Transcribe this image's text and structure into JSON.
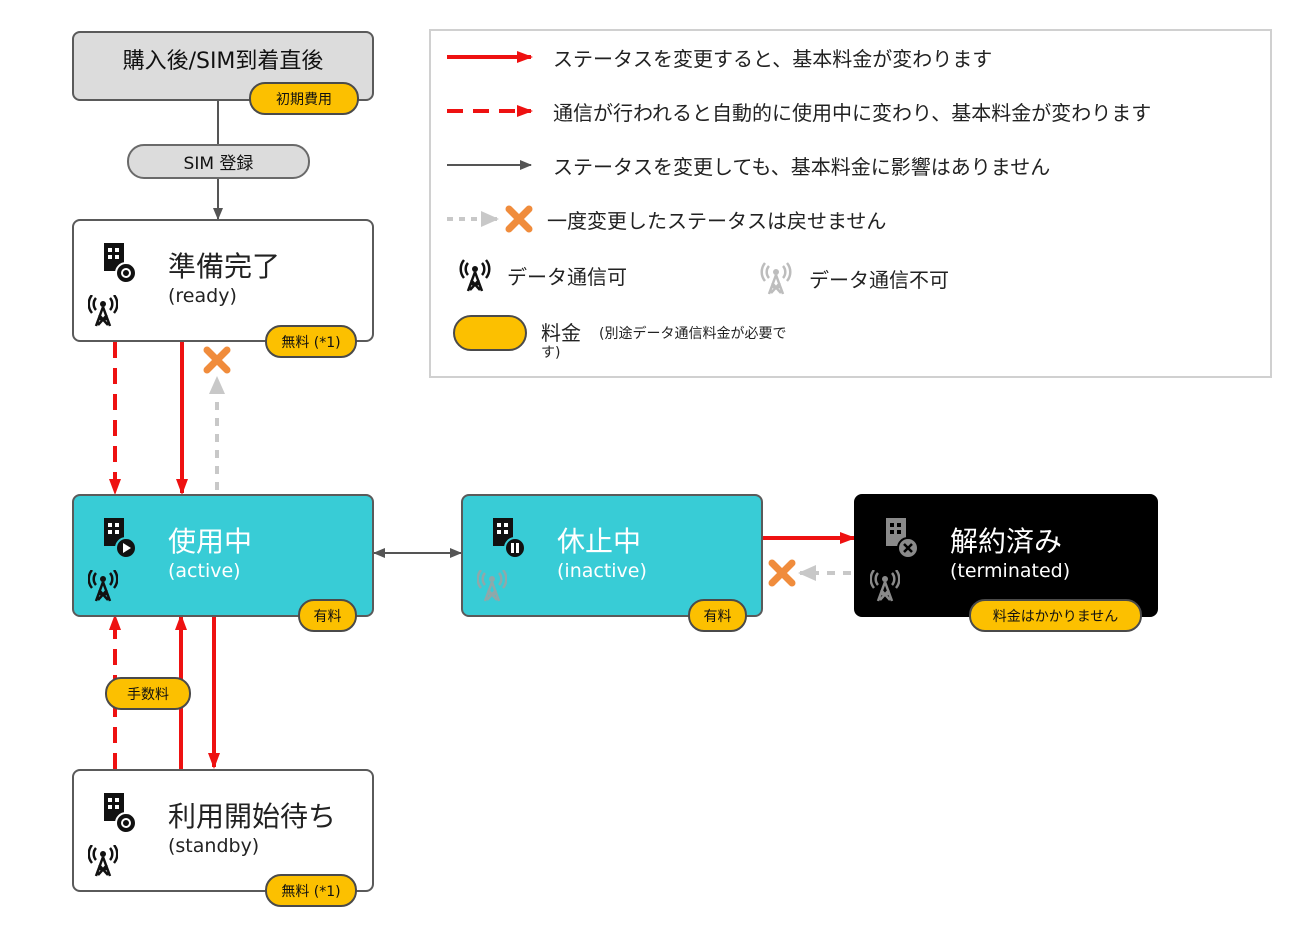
{
  "colors": {
    "teal": "#38ccd6",
    "red": "#ee1111",
    "gold": "#fcc000",
    "gray_box": "#dcdcdc",
    "dark_arrow": "#555555",
    "light_gray": "#c8c8c8",
    "x_orange": "#f08c3c",
    "black": "#000000"
  },
  "top_box": {
    "label": "購入後/SIM到着直後",
    "fee": "初期費用"
  },
  "sim_register": {
    "label": "SIM 登録"
  },
  "states": {
    "ready": {
      "title": "準備完了",
      "sub": "(ready)",
      "fee": "無料 (*1)",
      "sim_icon": "sim-settings-icon",
      "antenna": "antenna-enabled-icon"
    },
    "active": {
      "title": "使用中",
      "sub": "(active)",
      "fee": "有料",
      "sim_icon": "sim-play-icon",
      "antenna": "antenna-enabled-icon"
    },
    "inactive": {
      "title": "休止中",
      "sub": "(inactive)",
      "fee": "有料",
      "sim_icon": "sim-pause-icon",
      "antenna": "antenna-disabled-icon"
    },
    "terminated": {
      "title": "解約済み",
      "sub": "(terminated)",
      "fee": "料金はかかりません",
      "sim_icon": "sim-cancel-icon",
      "antenna": "antenna-disabled-icon"
    },
    "standby": {
      "title": "利用開始待ち",
      "sub": "(standby)",
      "fee": "無料 (*1)",
      "sim_icon": "sim-settings-icon",
      "antenna": "antenna-enabled-icon"
    }
  },
  "transition_fee": "手数料",
  "legend": {
    "red_solid": "ステータスを変更すると、基本料金が変わります",
    "red_dashed": "通信が行われると自動的に使用中に変わり、基本料金が変わります",
    "gray_solid": "ステータスを変更しても、基本料金に影響はありません",
    "irreversible": "一度変更したステータスは戻せません",
    "data_on": "データ通信可",
    "data_off": "データ通信不可",
    "fee_label": "料金",
    "fee_note": "(別途データ通信料金が必要です)"
  }
}
